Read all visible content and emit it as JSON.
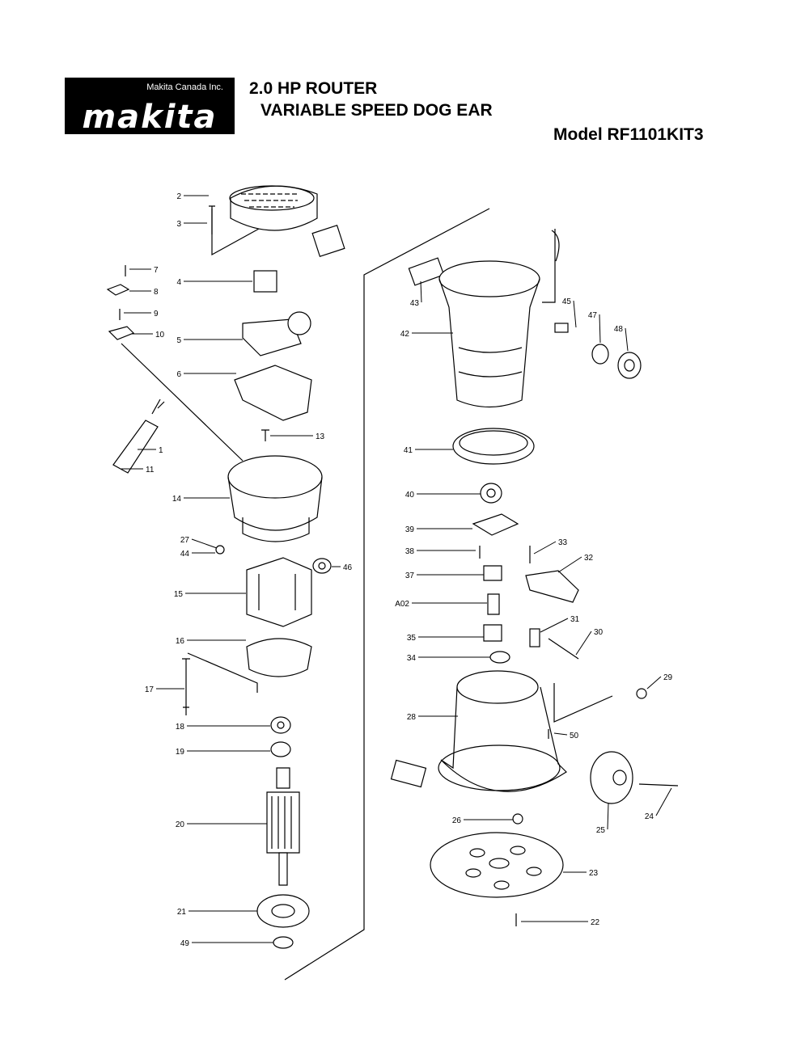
{
  "header": {
    "brand_sub": "Makita Canada Inc.",
    "brand_word": "makita",
    "title_line1": "2.0  HP ROUTER",
    "title_line2": "VARIABLE SPEED DOG EAR",
    "model": "Model RF1101KIT3"
  },
  "part_labels": [
    "1",
    "2",
    "3",
    "4",
    "5",
    "6",
    "7",
    "8",
    "9",
    "10",
    "11",
    "13",
    "14",
    "15",
    "16",
    "17",
    "18",
    "19",
    "20",
    "21",
    "22",
    "23",
    "24",
    "25",
    "26",
    "27",
    "28",
    "29",
    "30",
    "31",
    "32",
    "33",
    "34",
    "35",
    "37",
    "38",
    "39",
    "40",
    "41",
    "42",
    "43",
    "44",
    "45",
    "46",
    "47",
    "48",
    "49",
    "50",
    "A02"
  ]
}
